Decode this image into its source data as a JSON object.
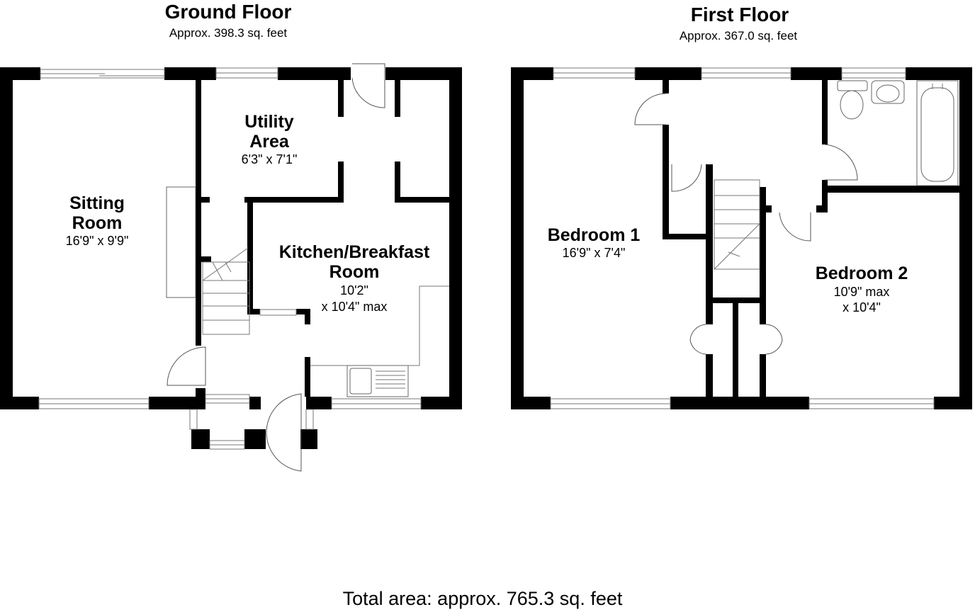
{
  "ground_floor": {
    "title": "Ground Floor",
    "area": "Approx. 398.3 sq. feet",
    "rooms": {
      "sitting": {
        "name_line1": "Sitting",
        "name_line2": "Room",
        "dims": "16'9\" x 9'9\""
      },
      "utility": {
        "name_line1": "Utility",
        "name_line2": "Area",
        "dims": "6'3\" x 7'1\""
      },
      "kitchen": {
        "name_line1": "Kitchen/Breakfast",
        "name_line2": "Room",
        "dims_line1": "10'2\"",
        "dims_line2": "x 10'4\" max"
      }
    }
  },
  "first_floor": {
    "title": "First Floor",
    "area": "Approx. 367.0 sq. feet",
    "rooms": {
      "bedroom1": {
        "name": "Bedroom 1",
        "dims": "16'9\" x 7'4\""
      },
      "bedroom2": {
        "name": "Bedroom 2",
        "dims_line1": "10'9\" max",
        "dims_line2": "x 10'4\""
      }
    }
  },
  "total_area": "Total area: approx. 765.3 sq. feet"
}
